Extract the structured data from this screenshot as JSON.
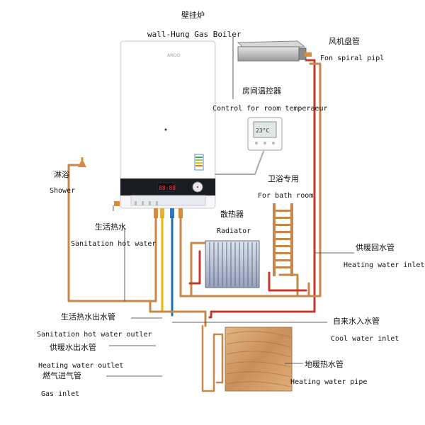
{
  "labels": {
    "boiler_zh": "壁挂炉",
    "boiler_en": "wall-Hung Gas Boiler",
    "fan_coil_zh": "风机盘管",
    "fan_coil_en": "Fon spiral pipl",
    "thermostat_zh": "房间温控器",
    "thermostat_en": "Control for room temperaeur",
    "shower_zh": "淋浴",
    "shower_en": "Shower",
    "bathroom_zh": "卫浴专用",
    "bathroom_en": "For bath room",
    "radiator_zh": "散热器",
    "radiator_en": "Radiator",
    "sanitation_hot_zh": "生活热水",
    "sanitation_hot_en": "Sanitation hot water",
    "heating_inlet_zh": "供暖回水管",
    "heating_inlet_en": "Heating water inlet",
    "sanitation_outlet_zh": "生活热水出水管",
    "sanitation_outlet_en": "Sanitation hot water outler",
    "cool_inlet_zh": "自来水入水管",
    "cool_inlet_en": "Cool water inlet",
    "heating_outlet_zh": "供暖水出水管",
    "heating_outlet_en": "Heating water outlet",
    "gas_inlet_zh": "燃气进气管",
    "gas_inlet_en": "Gas inlet",
    "floor_heating_zh": "地暖热水管",
    "floor_heating_en": "Heating water pipe"
  },
  "boiler": {
    "brand": "ARCIO",
    "display": "88:88"
  },
  "thermostat": {
    "display": "23°C"
  },
  "colors": {
    "pipe_hot": "#c8874a",
    "pipe_red": "#c0392b",
    "pipe_blue": "#1f6fb5",
    "pipe_yellow": "#e6b800",
    "pipe_grey": "#aaaaaa",
    "wood": "#d7a070"
  }
}
